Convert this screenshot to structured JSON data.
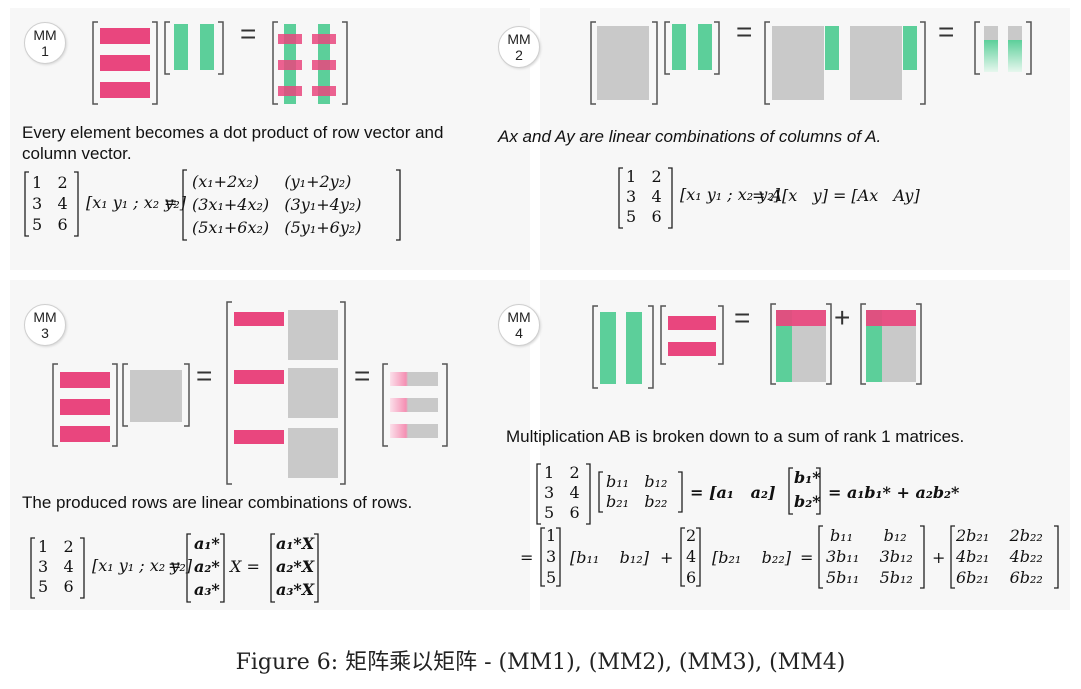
{
  "panels": {
    "mm1": {
      "badge_top": "MM",
      "badge_num": "1",
      "caption": "Every element becomes a dot product of row vector and column vector.",
      "eq_rows": [
        "1   2",
        "3   4",
        "5   6"
      ],
      "eq_mid": "[x₁  y₁ ; x₂  y₂]",
      "eq_result": [
        "(x₁+2x₂)     (y₁+2y₂)",
        "(3x₁+4x₂)   (3y₁+4y₂)",
        "(5x₁+6x₂)   (5y₁+6y₂)"
      ]
    },
    "mm2": {
      "badge_top": "MM",
      "badge_num": "2",
      "caption": "Ax and Ay  are linear combinations of columns of A.",
      "eq_rows": [
        "1   2",
        "3   4",
        "5   6"
      ],
      "eq_rest": "= A[x   y] = [Ax   Ay]"
    },
    "mm3": {
      "badge_top": "MM",
      "badge_num": "3",
      "caption": "The produced rows are linear combinations of rows.",
      "eq_rows": [
        "1   2",
        "3   4",
        "5   6"
      ],
      "eq_astar": [
        "a₁*",
        "a₂*",
        "a₃*"
      ],
      "eq_astarX": [
        "a₁*X",
        "a₂*X",
        "a₃*X"
      ]
    },
    "mm4": {
      "badge_top": "MM",
      "badge_num": "4",
      "caption": "Multiplication AB is broken down to a sum of rank 1 matrices.",
      "eq_rows": [
        "1   2",
        "3   4",
        "5   6"
      ],
      "eq_b": [
        "b₁₁   b₁₂",
        "b₂₁   b₂₂"
      ],
      "eq_line1_rest": "= [a₁   a₂]",
      "eq_bstar": [
        "b₁*",
        "b₂*"
      ],
      "eq_line1_end": "= a₁b₁* + a₂b₂*",
      "eq_col1": [
        "1",
        "3",
        "5"
      ],
      "eq_row1": "[b₁₁    b₁₂]",
      "eq_col2": [
        "2",
        "4",
        "6"
      ],
      "eq_row2": "[b₂₁    b₂₂]",
      "eq_sum1": [
        "b₁₁      b₁₂",
        "3b₁₁    3b₁₂",
        "5b₁₁    5b₁₂"
      ],
      "eq_sum2": [
        "2b₂₁    2b₂₂",
        "4b₂₁    4b₂₂",
        "6b₂₁    6b₂₂"
      ]
    }
  },
  "symbols": {
    "equals": "=",
    "plus": "+"
  },
  "figure_caption": "Figure 6: 矩阵乘以矩阵 - (MM1), (MM2), (MM3), (MM4)",
  "colors": {
    "pink": "#e9467e",
    "green": "#5ccf9a",
    "gray": "#c9c9c9",
    "panel": "#f7f7f7"
  }
}
